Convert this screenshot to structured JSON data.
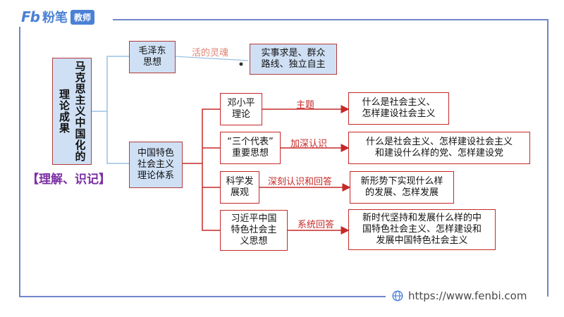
{
  "logo": {
    "brand": "Fb",
    "name": "粉笔",
    "badge": "教师"
  },
  "root": {
    "title": "马克思主义中国化的理论成果"
  },
  "note": "【理解、识记】",
  "mao": {
    "title": "毛泽东\n思想",
    "link_label": "活的灵魂",
    "target": "实事求是、群众\n路线、独立自主"
  },
  "socialism": {
    "title": "中国特色\n社会主义\n理论体系"
  },
  "branches": [
    {
      "name": "邓小平\n理论",
      "link_label": "主题",
      "target": "什么是社会主义、\n怎样建设社会主义"
    },
    {
      "name": "“三个代表”\n重要思想",
      "link_label": "加深认识",
      "target": "什么是社会主义、怎样建设社会主义\n和建设什么样的党、怎样建设党"
    },
    {
      "name": "科学发\n展观",
      "link_label": "深刻认识和回答",
      "target": "新形势下实现什么样\n的发展、怎样发展"
    },
    {
      "name": "习近平中国\n特色社会主\n义思想",
      "link_label": "系统回答",
      "target": "新时代坚持和发展什么样的中\n国特色社会主义、怎样建设和\n发展中国特色社会主义"
    }
  ],
  "footer": {
    "url": "https://www.fenbi.com"
  },
  "colors": {
    "frame": "#6f86c9",
    "box_fill": "#cfe0f5",
    "border": "#c62828",
    "note": "#7b2fa3",
    "brand": "#4a80d6"
  }
}
